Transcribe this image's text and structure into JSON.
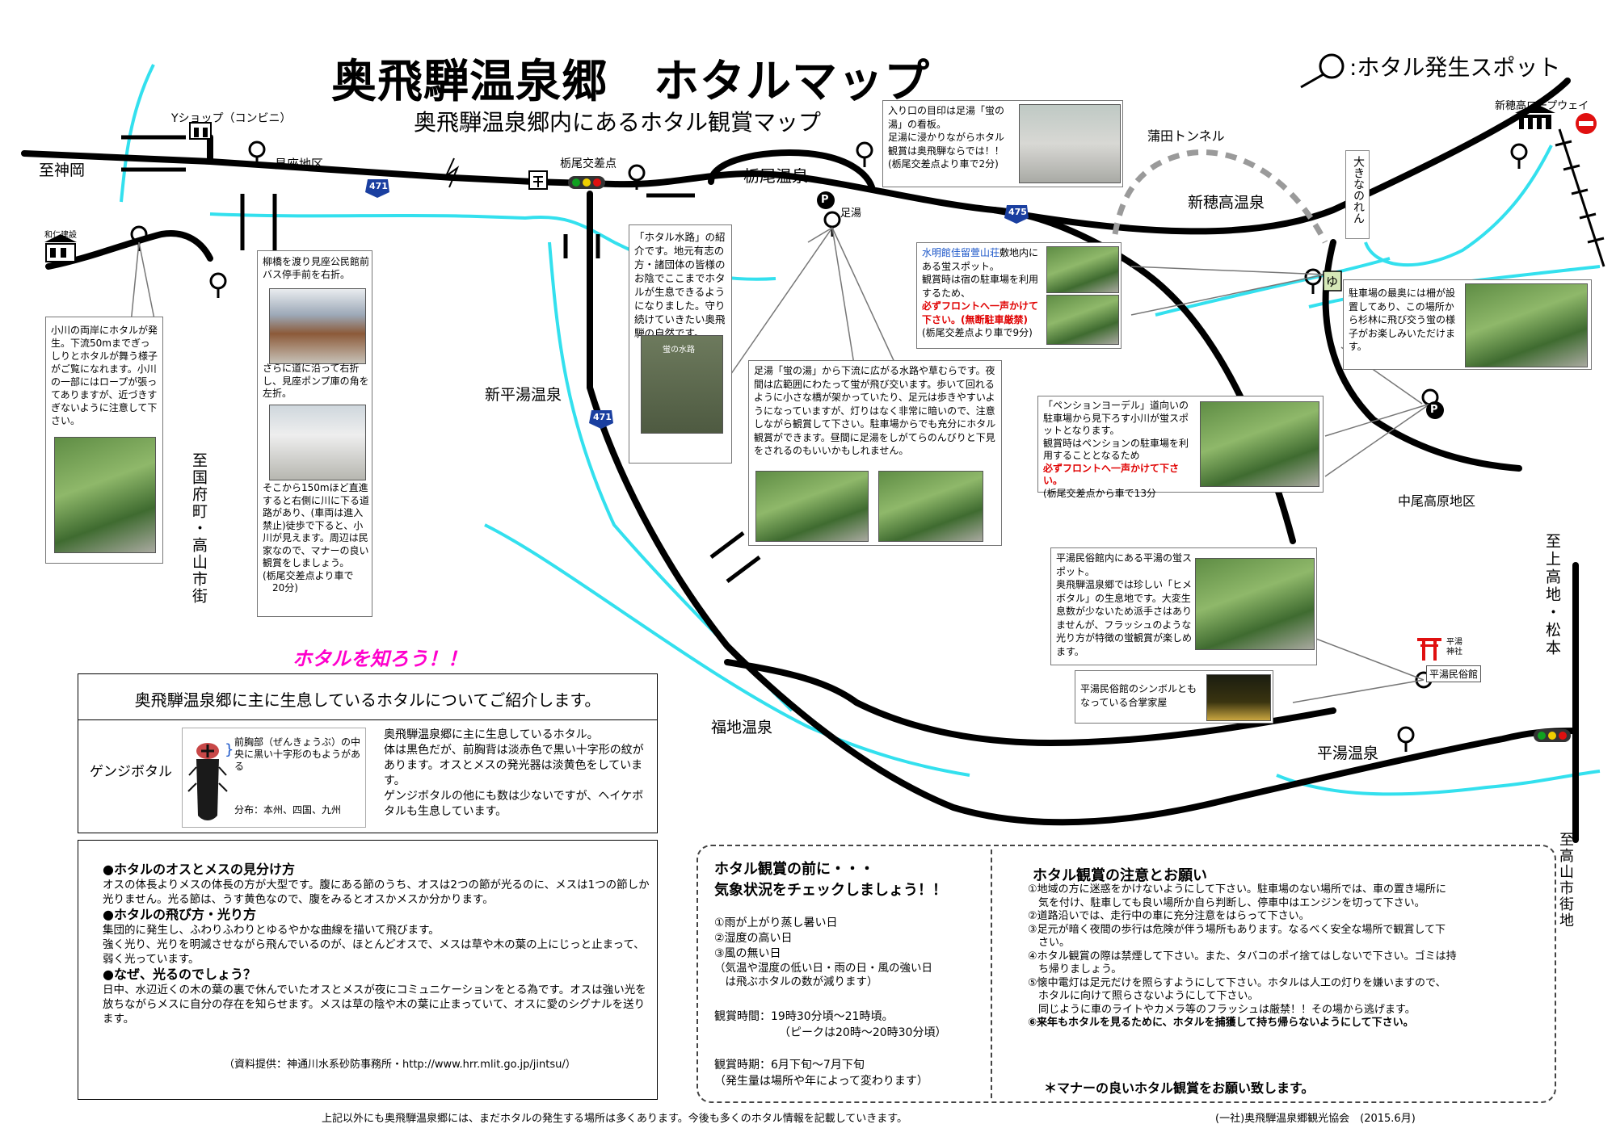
{
  "header": {
    "title": "奥飛騨温泉郷　ホタルマップ",
    "subtitle": "奥飛騨温泉郷内にあるホタル観賞マップ",
    "legend_label": ":ホタル発生スポット"
  },
  "places": {
    "y_shop": "Yショップ（コンビニ）",
    "kamioka": "至神岡",
    "mizaka": "見座地区",
    "wani": "和仁建設",
    "tochio_crossing": "栃尾交差点",
    "tochio_onsen": "栃尾温泉",
    "ashiyu": "足湯",
    "gamata_tunnel": "蒲田トンネル",
    "shinhotaka_ropeway": "新穂高ロープウェイ",
    "shinhotaka_onsen": "新穂高温泉",
    "ookina_noren": "大きなのれん",
    "shinhirayu_onsen": "新平湯温泉",
    "fukuchi_onsen": "福地温泉",
    "hirayu_onsen": "平湯温泉",
    "nakao_kogen": "中尾高原地区",
    "hirayu_shrine": "平湯神社",
    "hirayu_minzokukan": "平湯民俗館",
    "to_kokufu": "至国府町・高山市街",
    "to_kamikochi": "至上高地・松本",
    "to_takayama": "至高山市街地",
    "route471": "471",
    "route475": "475",
    "parking": "P",
    "onsen_mark": "ゆ"
  },
  "callouts": {
    "ogawa": "小川の両岸にホタルが発生。下流50mまでぎっしりとホタルが舞う様子がご覧になれます。小川の一部にはロープが張ってありますが、近づきすぎないように注意して下さい。",
    "yanagi_1": "柳橋を渡り見座公民館前バス停手前を右折。",
    "yanagi_2": "さらに道に沿って右折し、見座ポンプ庫の角を左折。",
    "yanagi_3": "そこから150mほど直進すると右側に川に下る道路があり、(車両は進入禁止)徒歩で下ると、小川が見えます。周辺は民家なので、マナーの良い観賞をしましょう。\n(栃尾交差点より車で\n　20分)",
    "suiro": "「ホタル水路」の紹介です。地元有志の方・諸団体の皆様のお陰でここまでホタルが生息できるようになりました。守り続けていきたい奥飛騨の自然です。",
    "sign_board": "蛍の水路",
    "hotaru_no_yu": "入り口の目印は足湯「蛍の湯」の看板。\n足湯に浸かりながらホタル観賞は奥飛騨ならでは！！\n(栃尾交差点より車で2分)",
    "ashiyu_stream": "足湯「蛍の湯」から下流に広がる水路や草むらです。夜間は広範囲にわたって蛍が飛び交います。歩いて回れるように小さな橋が架かっていたり、足元は歩きやすいようになっていますが、灯りはなく非常に暗いので、注意しながら観賞して下さい。駐車場からでも充分にホタル観賞ができます。昼間に足湯をしがてらのんびりと下見をされるのもいいかもしれません。",
    "suimeikan_name": "水明館佳留萱山荘",
    "suimeikan_body": "敷地内にある蛍スポット。\n観賞時は宿の駐車場を利用するため、",
    "suimeikan_warning": "必ずフロントへ一声かけて下さい。(無断駐車厳禁)",
    "suimeikan_note": "(栃尾交差点より車で9分)",
    "nakao_parking": "駐車場の最奥には柵が設置してあり、この場所から杉林に飛び交う蛍の様子がお楽しみいただけます。",
    "yodel_body": "「ペンションヨーデル」道向いの駐車場から見下ろす小川が蛍スポットとなります。\n観賞時はペンションの駐車場を利用することとなるため",
    "yodel_warning": "必ずフロントへ一声かけて下さい。",
    "yodel_note": "(栃尾交差点から車で13分",
    "minzokukan": "平湯民俗館内にある平湯の蛍スポット。\n奥飛騨温泉郷では珍しい「ヒメボタル」の生息地です。大変生息数が少ないため派手さはありませんが、フラッシュのような光り方が特徴の蛍観賞が楽しめます。",
    "gassho": "平湯民俗館のシンボルともなっている合掌家屋"
  },
  "knowledge": {
    "heading": "ホタルを知ろう！！",
    "intro": "奥飛騨温泉郷に主に生息しているホタルについてご紹介します。",
    "species": "ゲンジボタル",
    "thorax_note": "前胸部（ぜんきょうぶ）の中央に黒い十字形のもようがある",
    "distribution": "分布：本州、四国、九州",
    "description": "奥飛騨温泉郷に主に生息しているホタル。\n体は黒色だが、前胸背は淡赤色で黒い十字形の紋があります。オスとメスの発光器は淡黄色をしています。\nゲンジボタルの他にも数は少ないですが、ヘイケボタルも生息しています。"
  },
  "facts": [
    {
      "title": "●ホタルのオスとメスの見分け方",
      "body": "オスの体長よりメスの体長の方が大型です。腹にある節のうち、オスは2つの節が光るのに、メスは1つの節しか光りません。光る節は、うす黄色なので、腹をみるとオスかメスか分かります。"
    },
    {
      "title": "●ホタルの飛び方・光り方",
      "body": "集団的に発生し、ふわりふわりとゆるやかな曲線を描いて飛びます。\n強く光り、光りを明滅させながら飛んでいるのが、ほとんどオスで、メスは草や木の葉の上にじっと止まって、弱く光っています。"
    },
    {
      "title": "●なぜ、光るのでしょう？",
      "body": "日中、水辺近くの木の葉の裏で休んでいたオスとメスが夜にコミュニケーションをとる為です。オスは強い光を放ちながらメスに自分の存在を知らせます。メスは草の陰や木の葉に止まっていて、オスに愛のシグナルを送ります。"
    }
  ],
  "source_credit": "（資料提供：神通川水系砂防事務所・http://www.hrr.mlit.go.jp/jintsu/）",
  "before_viewing": {
    "title_line1": "ホタル観賞の前に・・・",
    "title_line2": "気象状況をチェックしましょう！！",
    "conditions": [
      "①雨が上がり蒸し暑い日",
      "②湿度の高い日",
      "③風の無い日"
    ],
    "conditions_note": "（気温や湿度の低い日・雨の日・風の強い日\n　は飛ぶホタルの数が減ります）",
    "time_label": "観賞時間：19時30分頃～21時頃。",
    "time_peak": "（ピークは20時～20時30分頃）",
    "period_label": "観賞時期：6月下旬～7月下旬",
    "period_note": "（発生量は場所や年によって変わります）"
  },
  "cautions": {
    "title": "ホタル観賞の注意とお願い",
    "items": [
      "①地域の方に迷惑をかけないようにして下さい。駐車場のない場所では、車の置き場所に\n　気を付け、駐車しても良い場所か自ら判断し、停車中はエンジンを切って下さい。",
      "②道路沿いでは、走行中の車に充分注意をはらって下さい。",
      "③足元が暗く夜間の歩行は危険が伴う場所もあります。なるべく安全な場所で観賞して下\n　さい。",
      "④ホタル観賞の際は禁煙して下さい。また、タバコのポイ捨てはしないで下さい。ゴミは持\n　ち帰りましょう。",
      "⑤懐中電灯は足元だけを照らすようにして下さい。ホタルは人工の灯りを嫌いますので、\n　ホタルに向けて照らさないようにして下さい。\n　同じように車のライトやカメラ等のフラッシュは厳禁！！その場から逃げます。",
      "⑥来年もホタルを見るために、ホタルを捕獲して持ち帰らないようにして下さい。"
    ],
    "manner": "＊マナーの良いホタル観賞をお願い致します。"
  },
  "footer": {
    "note": "上記以外にも奥飛騨温泉郷には、まだホタルの発生する場所は多くあります。今後も多くのホタル情報を記載していきます。",
    "org": "(一社)奥飛騨温泉郷観光協会　(2015.6月)"
  },
  "colors": {
    "road": "#000000",
    "river": "#33e0ee",
    "tunnel": "#9a9a9a",
    "accent_magenta": "#ff00cc",
    "warning_red": "#e00000",
    "route_shield": "#1a3fa0",
    "traffic_red": "#e01010",
    "traffic_yellow": "#f0d000",
    "traffic_green": "#10a020",
    "onsen_box": "#d6e8b8"
  },
  "icons": [
    "spot-magnifier-icon",
    "parking-icon",
    "shrine-torii-icon",
    "ropeway-station-icon",
    "no-entry-icon",
    "traffic-signal-icon",
    "route-shield-icon",
    "post-office-icon",
    "store-icon",
    "building-icon",
    "onsen-icon",
    "firefly-icon"
  ]
}
